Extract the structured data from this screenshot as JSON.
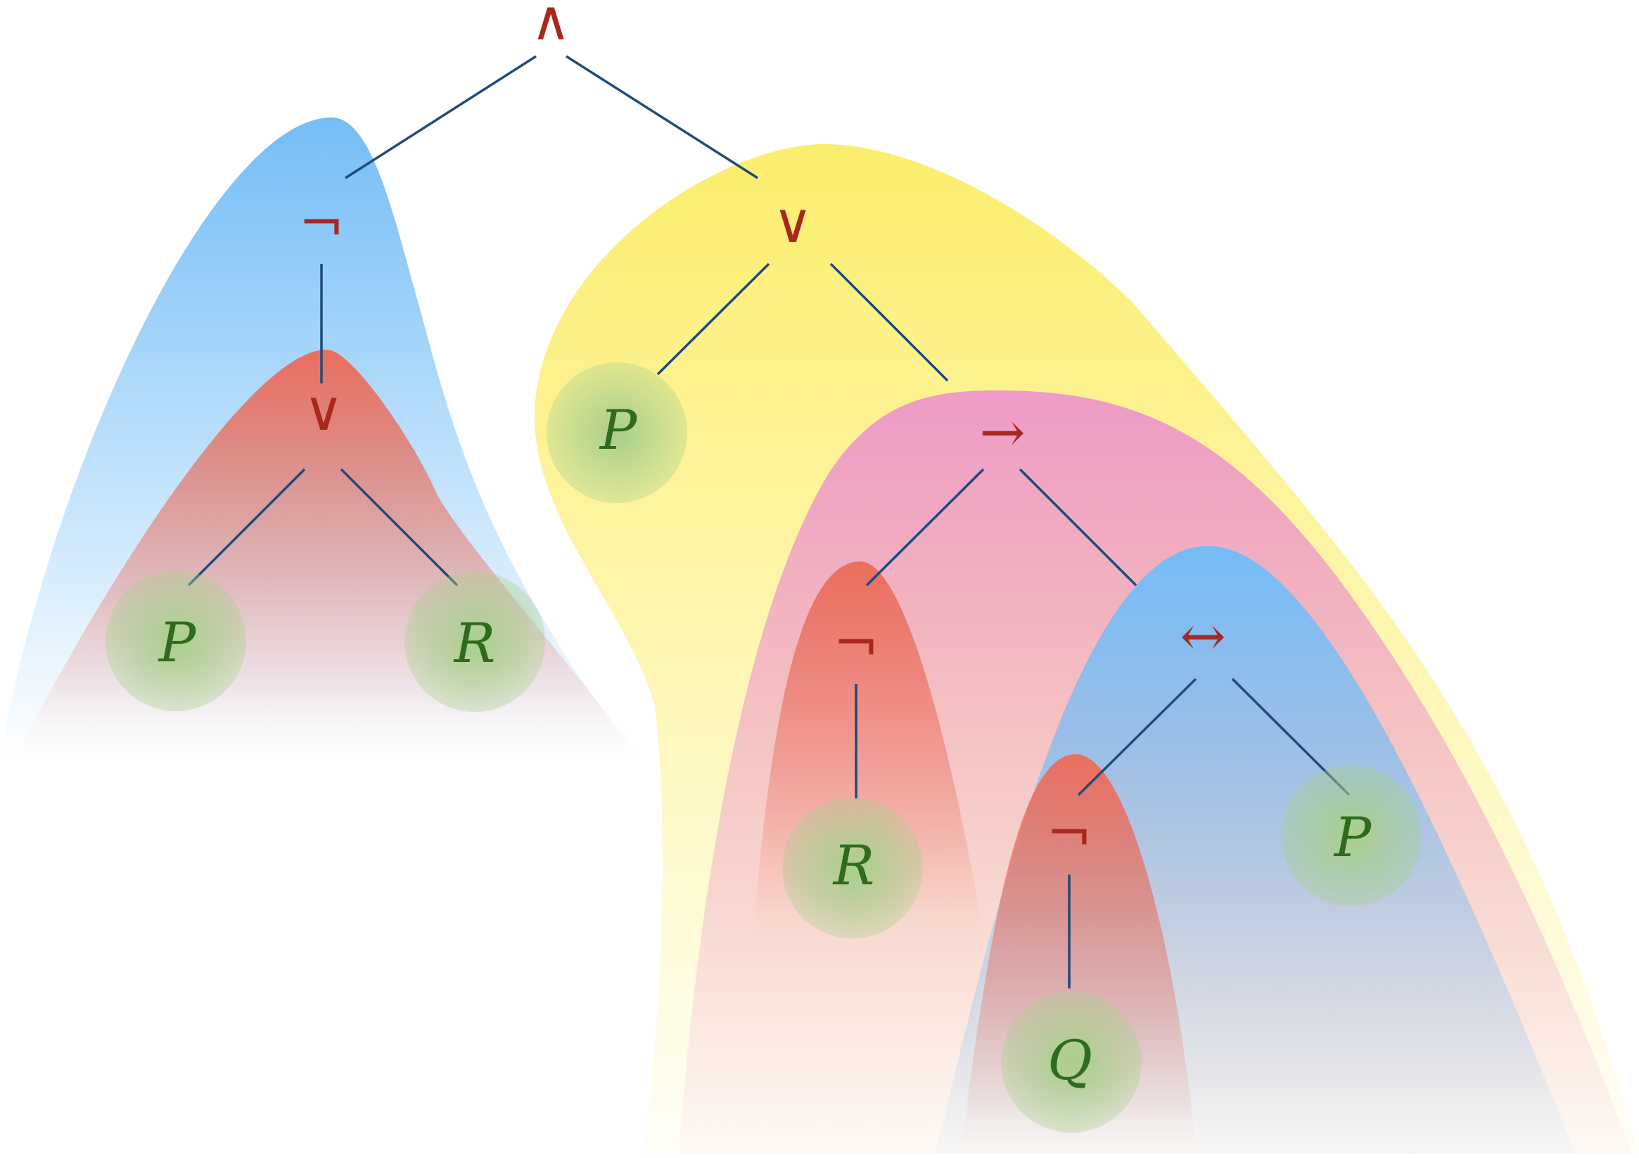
{
  "tree": {
    "root": {
      "symbol": "∧"
    },
    "left_negation": {
      "symbol": "¬"
    },
    "left_disjunction": {
      "symbol": "∨"
    },
    "leaf_left_p": {
      "label": "P"
    },
    "leaf_left_r": {
      "label": "R"
    },
    "right_disjunction": {
      "symbol": "∨"
    },
    "leaf_mid_p": {
      "label": "P"
    },
    "implication": {
      "symbol": "→"
    },
    "impl_negation": {
      "symbol": "¬"
    },
    "leaf_impl_r": {
      "label": "R"
    },
    "biconditional": {
      "symbol": "↔"
    },
    "bicond_negation": {
      "symbol": "¬"
    },
    "leaf_q": {
      "label": "Q"
    },
    "leaf_right_p": {
      "label": "P"
    }
  },
  "colors": {
    "operator": "#a8281e",
    "leaf_text": "#2e6b1e",
    "edge": "#1f4a7a",
    "region_blue": "#74bdf7",
    "region_red": "#ea6e5d",
    "region_yellow": "#fcee6c",
    "region_pink": "#ee9bc8",
    "leaf_fill": "#a8cf8c"
  }
}
